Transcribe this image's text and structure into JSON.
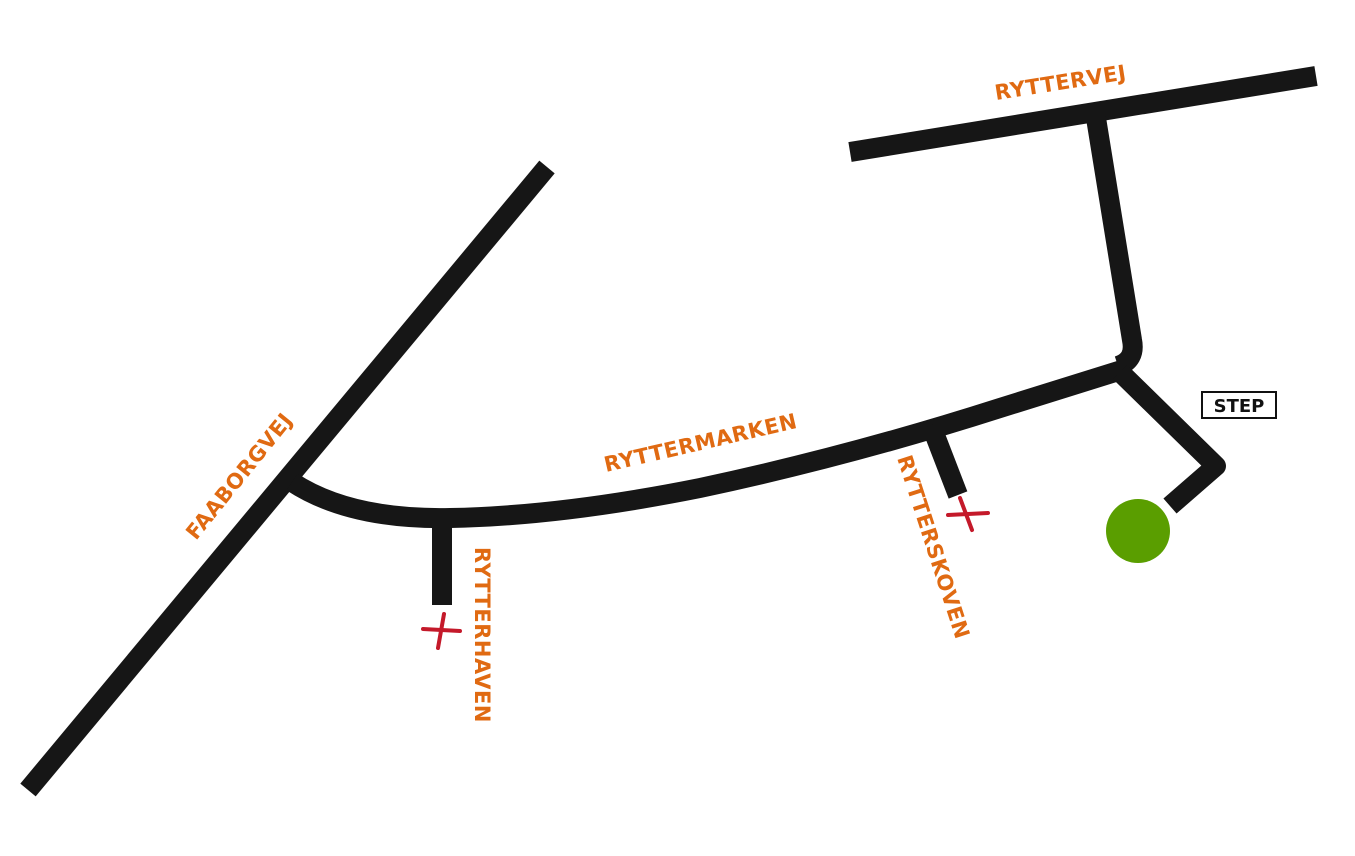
{
  "map": {
    "streets": {
      "faaborgvej": "FAABORGVEJ",
      "ryttermarken": "RYTTERMARKEN",
      "rytterhaven": "RYTTERHAVEN",
      "rytterskoven": "RYTTERSKOVEN",
      "ryttervej": "RYTTERVEJ"
    },
    "destination_sign": "STEP",
    "colors": {
      "road": "#161616",
      "label": "#e06a12",
      "closed_marker": "#c4192a",
      "destination_marker": "#5a9e00"
    },
    "markers": [
      {
        "type": "closed",
        "street": "RYTTERHAVEN"
      },
      {
        "type": "closed",
        "street": "RYTTERSKOVEN"
      },
      {
        "type": "destination",
        "label": "STEP"
      }
    ]
  }
}
